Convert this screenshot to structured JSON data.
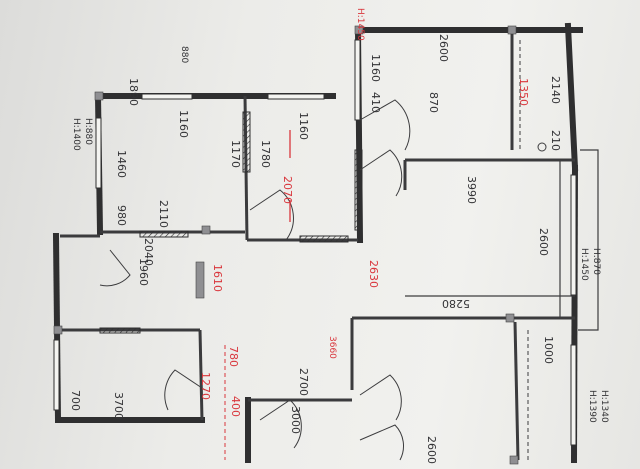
{
  "labels": {
    "d_1890": "1890",
    "d_1160a": "1160",
    "d_880": "880",
    "d_1460": "1460",
    "d_980": "980",
    "d_2110": "2110",
    "d_2040": "2040",
    "d_1170": "1170",
    "d_1780": "1780",
    "d_1160b": "1160",
    "d_410": "410",
    "d_870": "870",
    "d_2600a": "2600",
    "d_1160c": "1160",
    "d_2140": "2140",
    "d_210": "210",
    "d_3990": "3990",
    "d_2600b": "2600",
    "d_5280": "5280",
    "d_1000": "1000",
    "d_2700": "2700",
    "d_3700": "3700",
    "d_2600c": "2600",
    "d_1960": "1960",
    "d_3000": "3000",
    "d_700": "700",
    "d_1450": "H:1450",
    "d_870b": "H:870",
    "d_1400": "H:1400",
    "d_880b": "H:880",
    "d_1390": "H:1390",
    "d_1340": "H:1340",
    "r_2070": "2070",
    "r_1610": "1610",
    "r_2630": "2630",
    "r_3660": "3660",
    "r_780": "780",
    "r_1270": "1270",
    "r_400": "400",
    "r_1350": "1350",
    "r_ht": "H:1450"
  }
}
